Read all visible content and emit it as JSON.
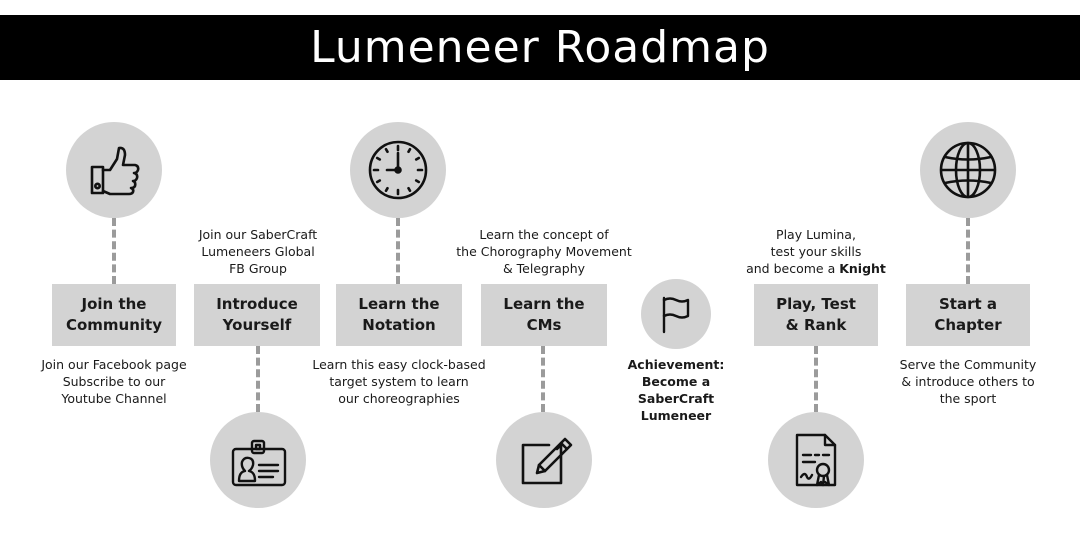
{
  "title": "Lumeneer Roadmap",
  "steps": [
    {
      "label": "Join the\nCommunity",
      "icon": "thumbs-up-icon",
      "note": "Join our Facebook page\nSubscribe to our\nYoutube Channel"
    },
    {
      "label": "Introduce\nYourself",
      "icon": "id-badge-icon",
      "note": "Join our SaberCraft\nLumeneers Global\nFB Group"
    },
    {
      "label": "Learn the\nNotation",
      "icon": "clock-icon",
      "note": "Learn this easy clock-based\ntarget system to learn\nour choreographies"
    },
    {
      "label": "Learn the\nCMs",
      "icon": "pencil-edit-icon",
      "note": "Learn the concept of\nthe Chorography Movement\n& Telegraphy"
    },
    {
      "label": "Play, Test\n& Rank",
      "icon": "certificate-icon",
      "note_pre": "Play Lumina,\ntest your skills\nand become a ",
      "note_bold": "Knight"
    },
    {
      "label": "Start a\nChapter",
      "icon": "globe-icon",
      "note": "Serve the Community\n& introduce others to\nthe sport"
    }
  ],
  "achievement": {
    "icon": "flag-icon",
    "text": "Achievement:\nBecome a\nSaberCraft\nLumeneer"
  }
}
